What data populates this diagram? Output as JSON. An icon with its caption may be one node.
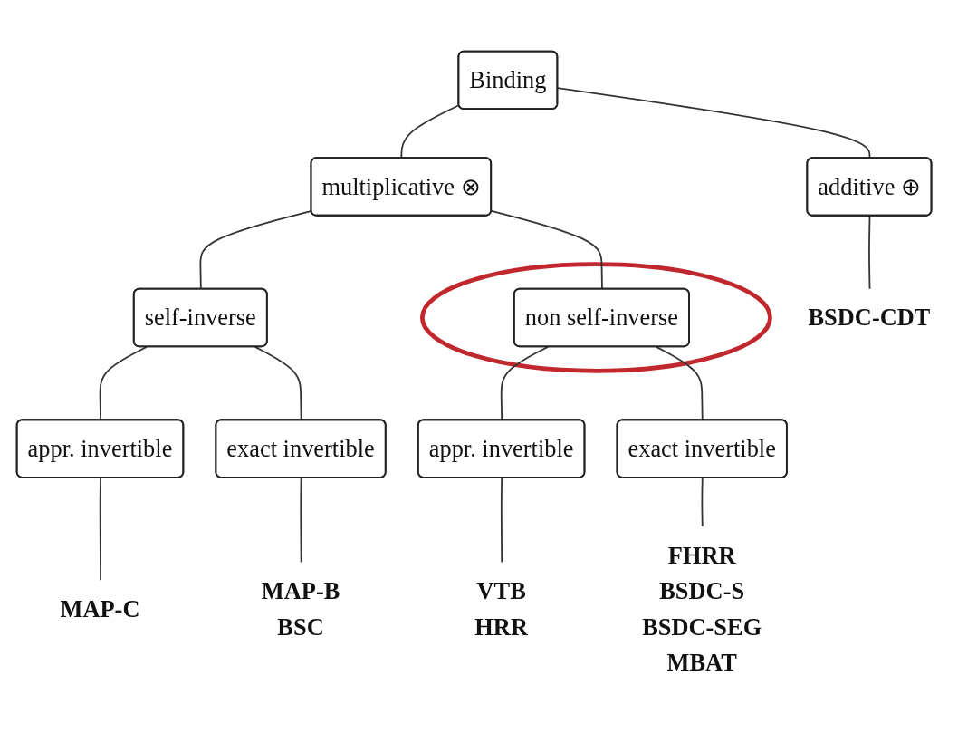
{
  "diagram": {
    "nodes": [
      {
        "text": [
          "Binding"
        ]
      },
      {
        "text": [
          "multiplicative ⊗"
        ]
      },
      {
        "text": [
          "additive ⊕"
        ]
      },
      {
        "text": [
          "BSDC-CDT"
        ]
      },
      {
        "text": [
          "self-inverse"
        ]
      },
      {
        "text": [],
        "shape": "ellipse"
      },
      {
        "text": [
          "non self-inverse"
        ],
        "in": 5
      },
      {
        "text": [
          "appr. invertible"
        ]
      },
      {
        "text": [
          "exact invertible"
        ]
      },
      {
        "text": [
          "appr. invertible"
        ]
      },
      {
        "text": [
          "exact invertible"
        ]
      },
      {
        "text": [
          "MAP-C"
        ]
      },
      {
        "text": [
          "MAP-B",
          "BSC"
        ]
      },
      {
        "text": [
          "VTB",
          "HRR"
        ]
      },
      {
        "text": [
          "FHRR",
          "BSDC-S",
          "BSDC-SEG",
          "MBAT"
        ]
      }
    ],
    "edges": [
      {
        "from": 0,
        "to": 1,
        "arrow": "none"
      },
      {
        "from": 0,
        "to": 2,
        "arrow": "none"
      },
      {
        "from": 2,
        "to": 3,
        "arrow": "none"
      },
      {
        "from": 1,
        "to": 4,
        "arrow": "none"
      },
      {
        "from": 1,
        "to": 6,
        "arrow": "none"
      },
      {
        "from": 4,
        "to": 7,
        "arrow": "none"
      },
      {
        "from": 4,
        "to": 8,
        "arrow": "none"
      },
      {
        "from": 6,
        "to": 9,
        "arrow": "none"
      },
      {
        "from": 6,
        "to": 10,
        "arrow": "none"
      },
      {
        "from": 7,
        "to": 11,
        "arrow": "none"
      },
      {
        "from": 8,
        "to": 12,
        "arrow": "none"
      },
      {
        "from": 9,
        "to": 13,
        "arrow": "none"
      },
      {
        "from": 10,
        "to": 14,
        "arrow": "none"
      }
    ]
  }
}
